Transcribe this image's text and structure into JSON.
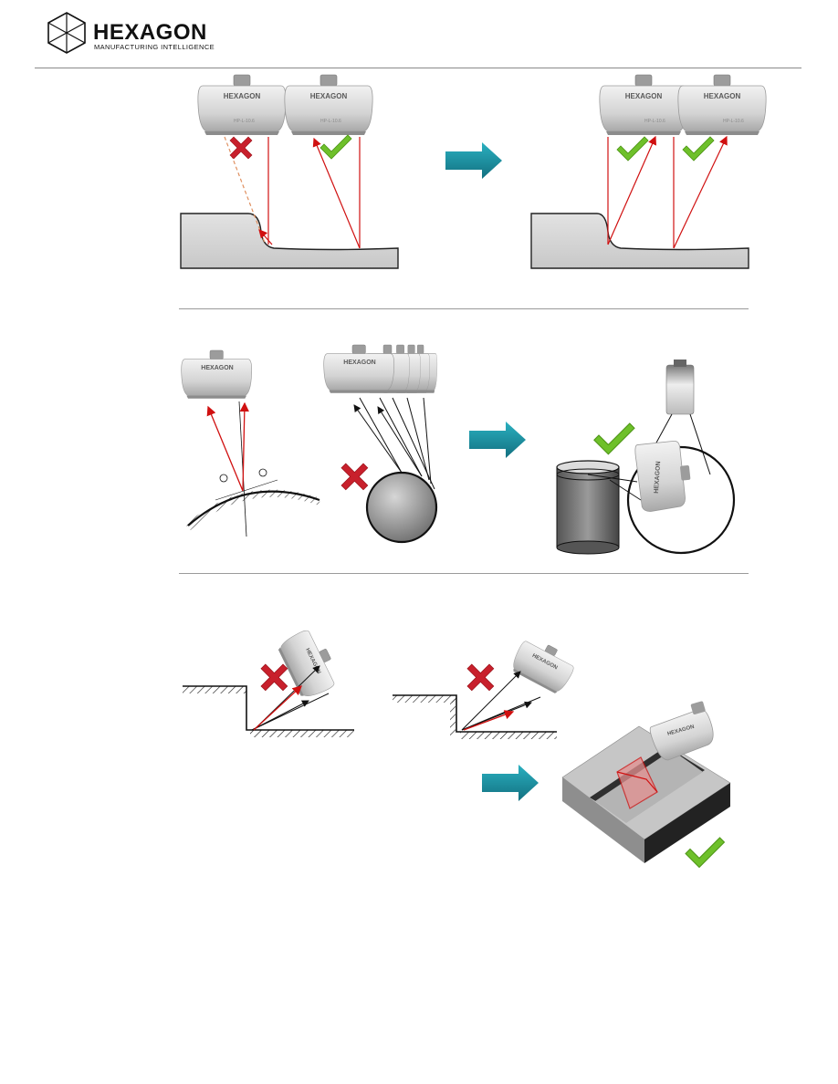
{
  "header": {
    "brand": "HEXAGON",
    "tagline": "MANUFACTURING INTELLIGENCE"
  },
  "probe": {
    "label": "HEXAGON",
    "model": "HP-L-10.6"
  },
  "colors": {
    "arrow_teal": "#1a8a9a",
    "laser_red": "#d01010",
    "check_green": "#6ec02a",
    "cross_red": "#c8202c"
  },
  "icons": [
    "hexagon-logo-icon",
    "cross-icon",
    "check-icon",
    "arrow-right-icon"
  ]
}
